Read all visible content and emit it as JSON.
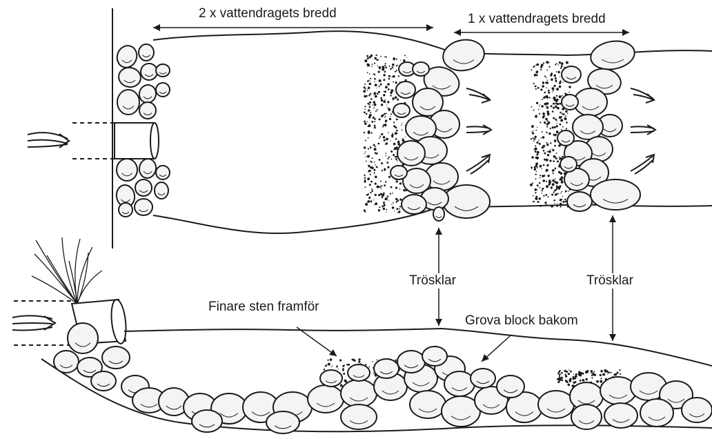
{
  "labels": {
    "width_2x": "2 x vattendragets bredd",
    "width_1x": "1 x vattendragets bredd",
    "threshold_left": "Trösklar",
    "threshold_right": "Trösklar",
    "finer_stones": "Finare sten framför",
    "coarse_blocks": "Grova block bakom"
  },
  "colors": {
    "ink": "#1a1a1a",
    "stone_fill": "#f4f4f4",
    "background": "#ffffff"
  }
}
